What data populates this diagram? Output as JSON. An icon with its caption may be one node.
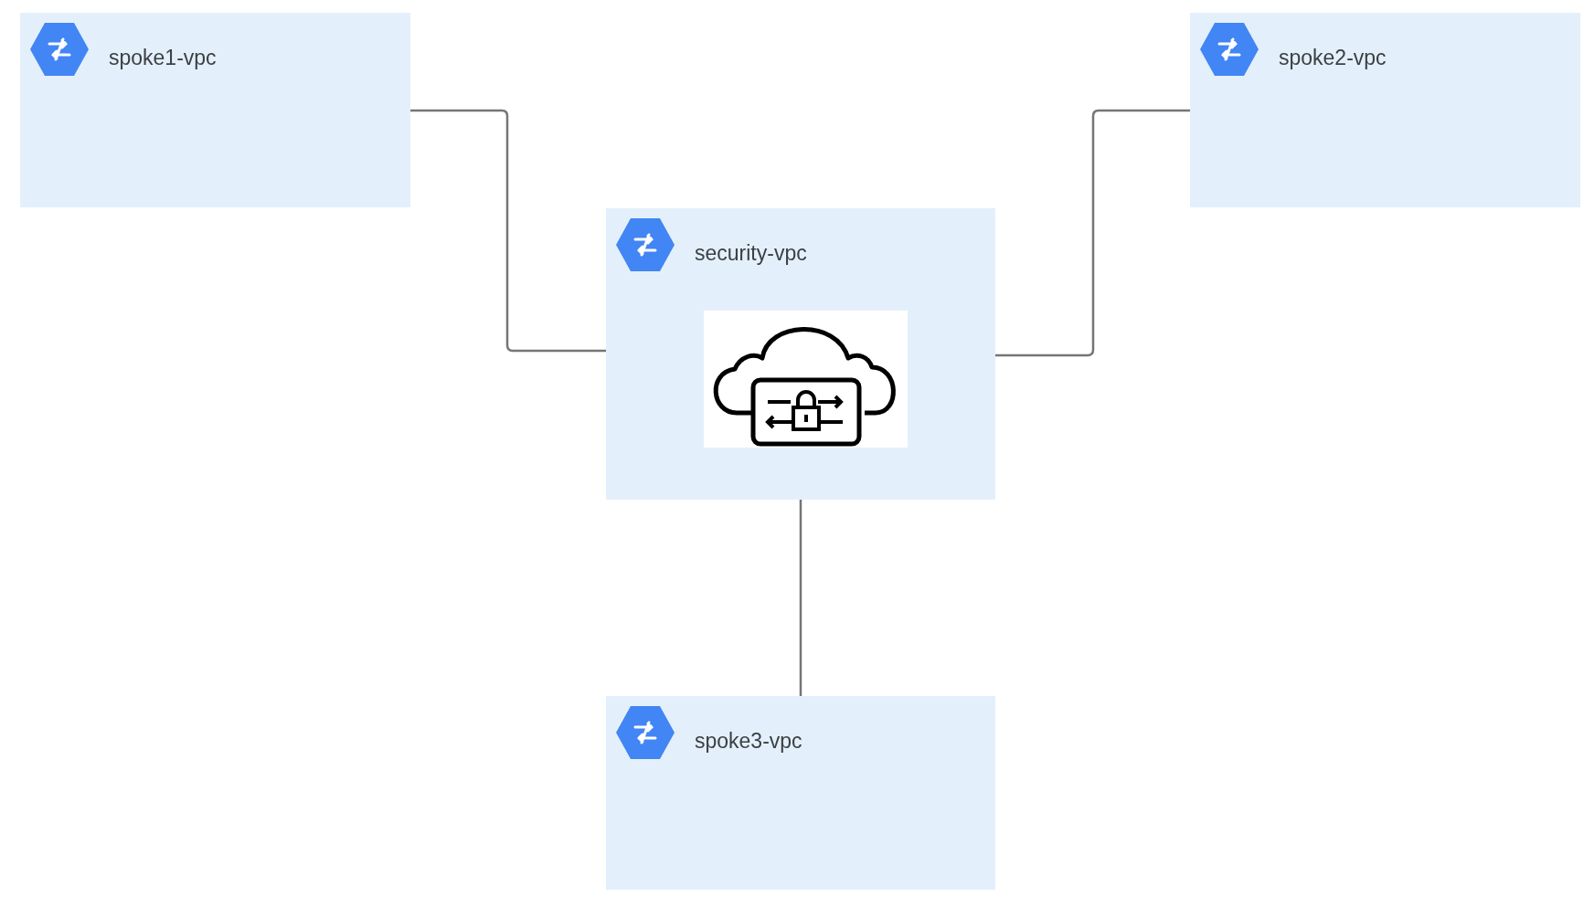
{
  "diagram": {
    "nodes": [
      {
        "text": [
          "spoke1-vpc"
        ]
      },
      {
        "text": [
          "spoke2-vpc"
        ]
      },
      {
        "text": [
          "security-vpc"
        ]
      },
      {
        "text": [
          "spoke3-vpc"
        ]
      }
    ],
    "edges": [
      {
        "from": 0,
        "to": 2,
        "arrow": "none"
      },
      {
        "from": 1,
        "to": 2,
        "arrow": "none"
      },
      {
        "from": 2,
        "to": 3,
        "arrow": "none"
      }
    ]
  }
}
